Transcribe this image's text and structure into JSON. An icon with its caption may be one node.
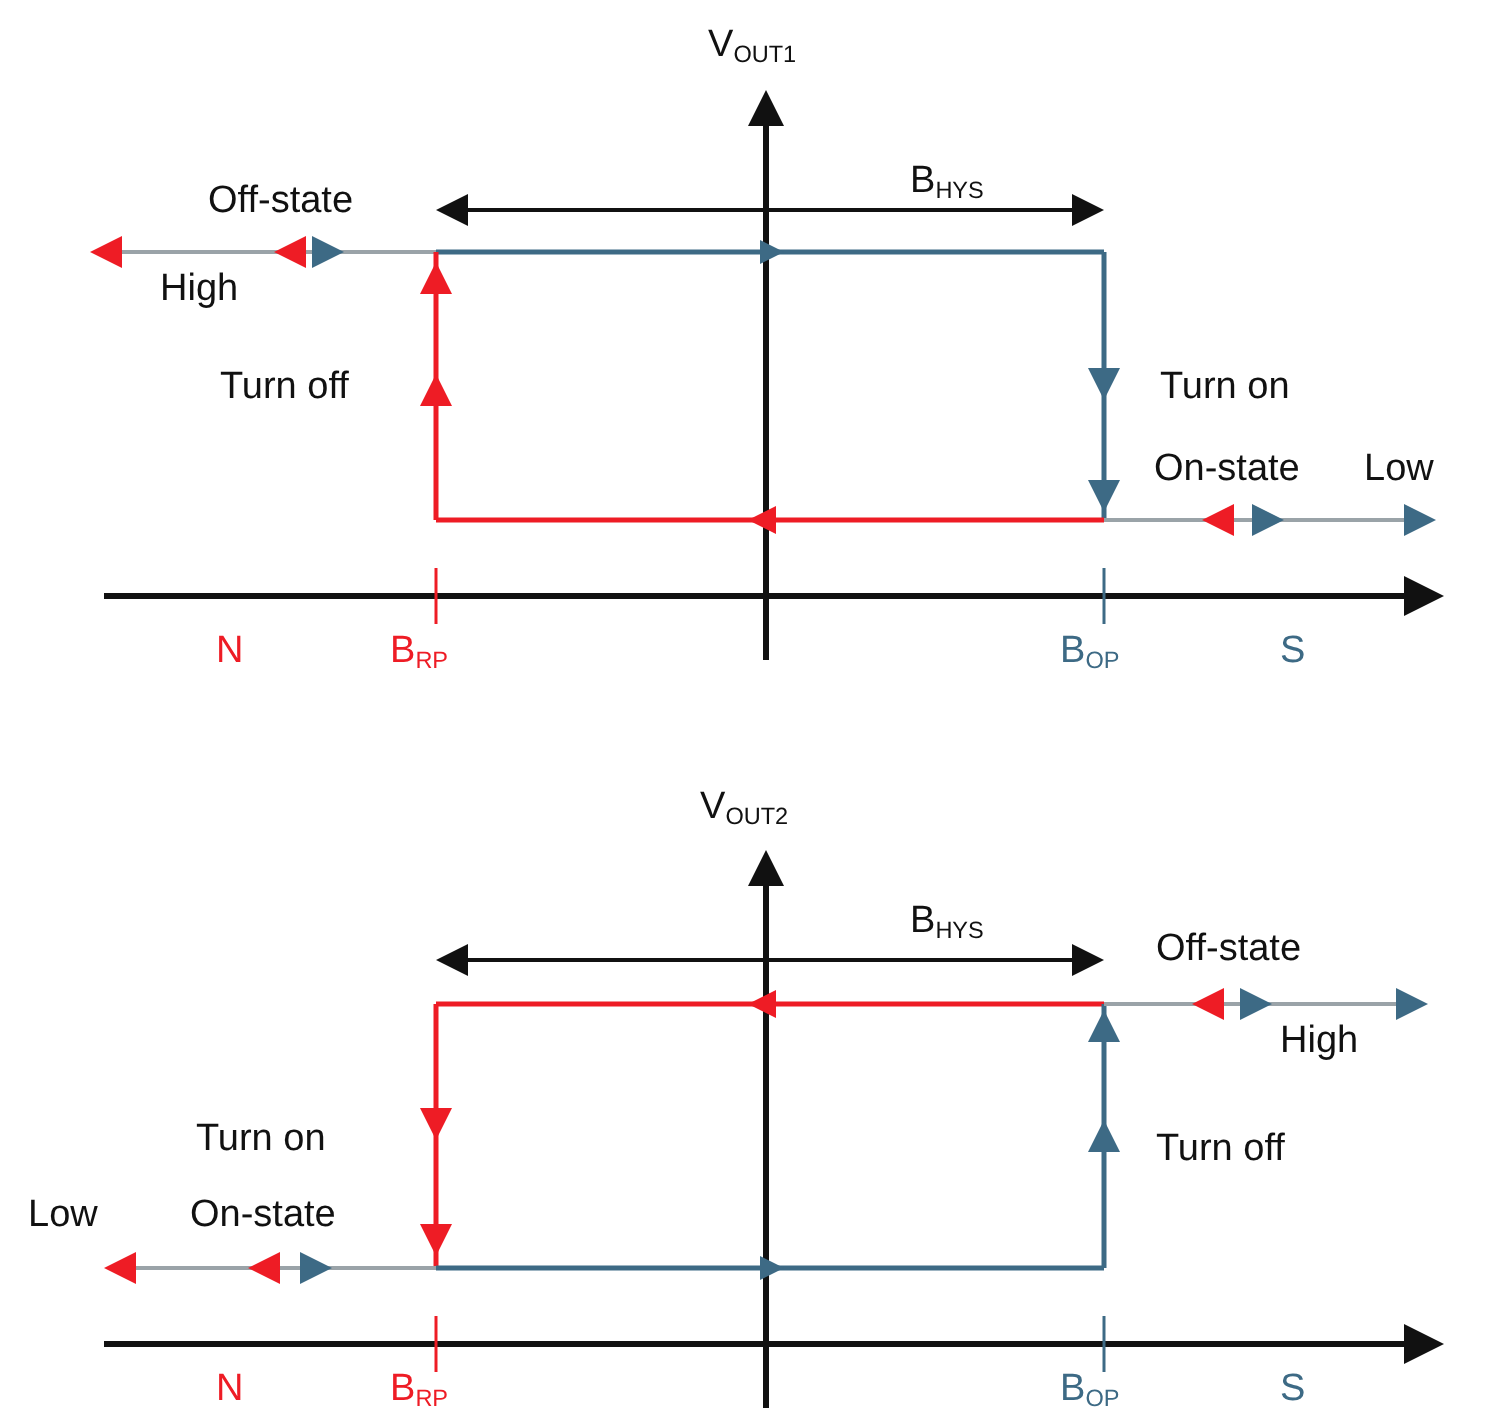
{
  "diagram": {
    "labels": [
      "V$_{OUT1}$",
      "Off-state",
      "B$_{HYS}$",
      "High",
      "Turn off",
      "Turn on",
      "On-state",
      "Low",
      "N",
      "B$_{RP}$",
      "B$_{OP}$",
      "S",
      "V$_{OUT2}$",
      "B$_{HYS}$",
      "Off-state",
      "High",
      "Turn on",
      "Turn off",
      "Low",
      "On-state",
      "N",
      "B$_{RP}$",
      "B$_{OP}$",
      "S"
    ]
  }
}
